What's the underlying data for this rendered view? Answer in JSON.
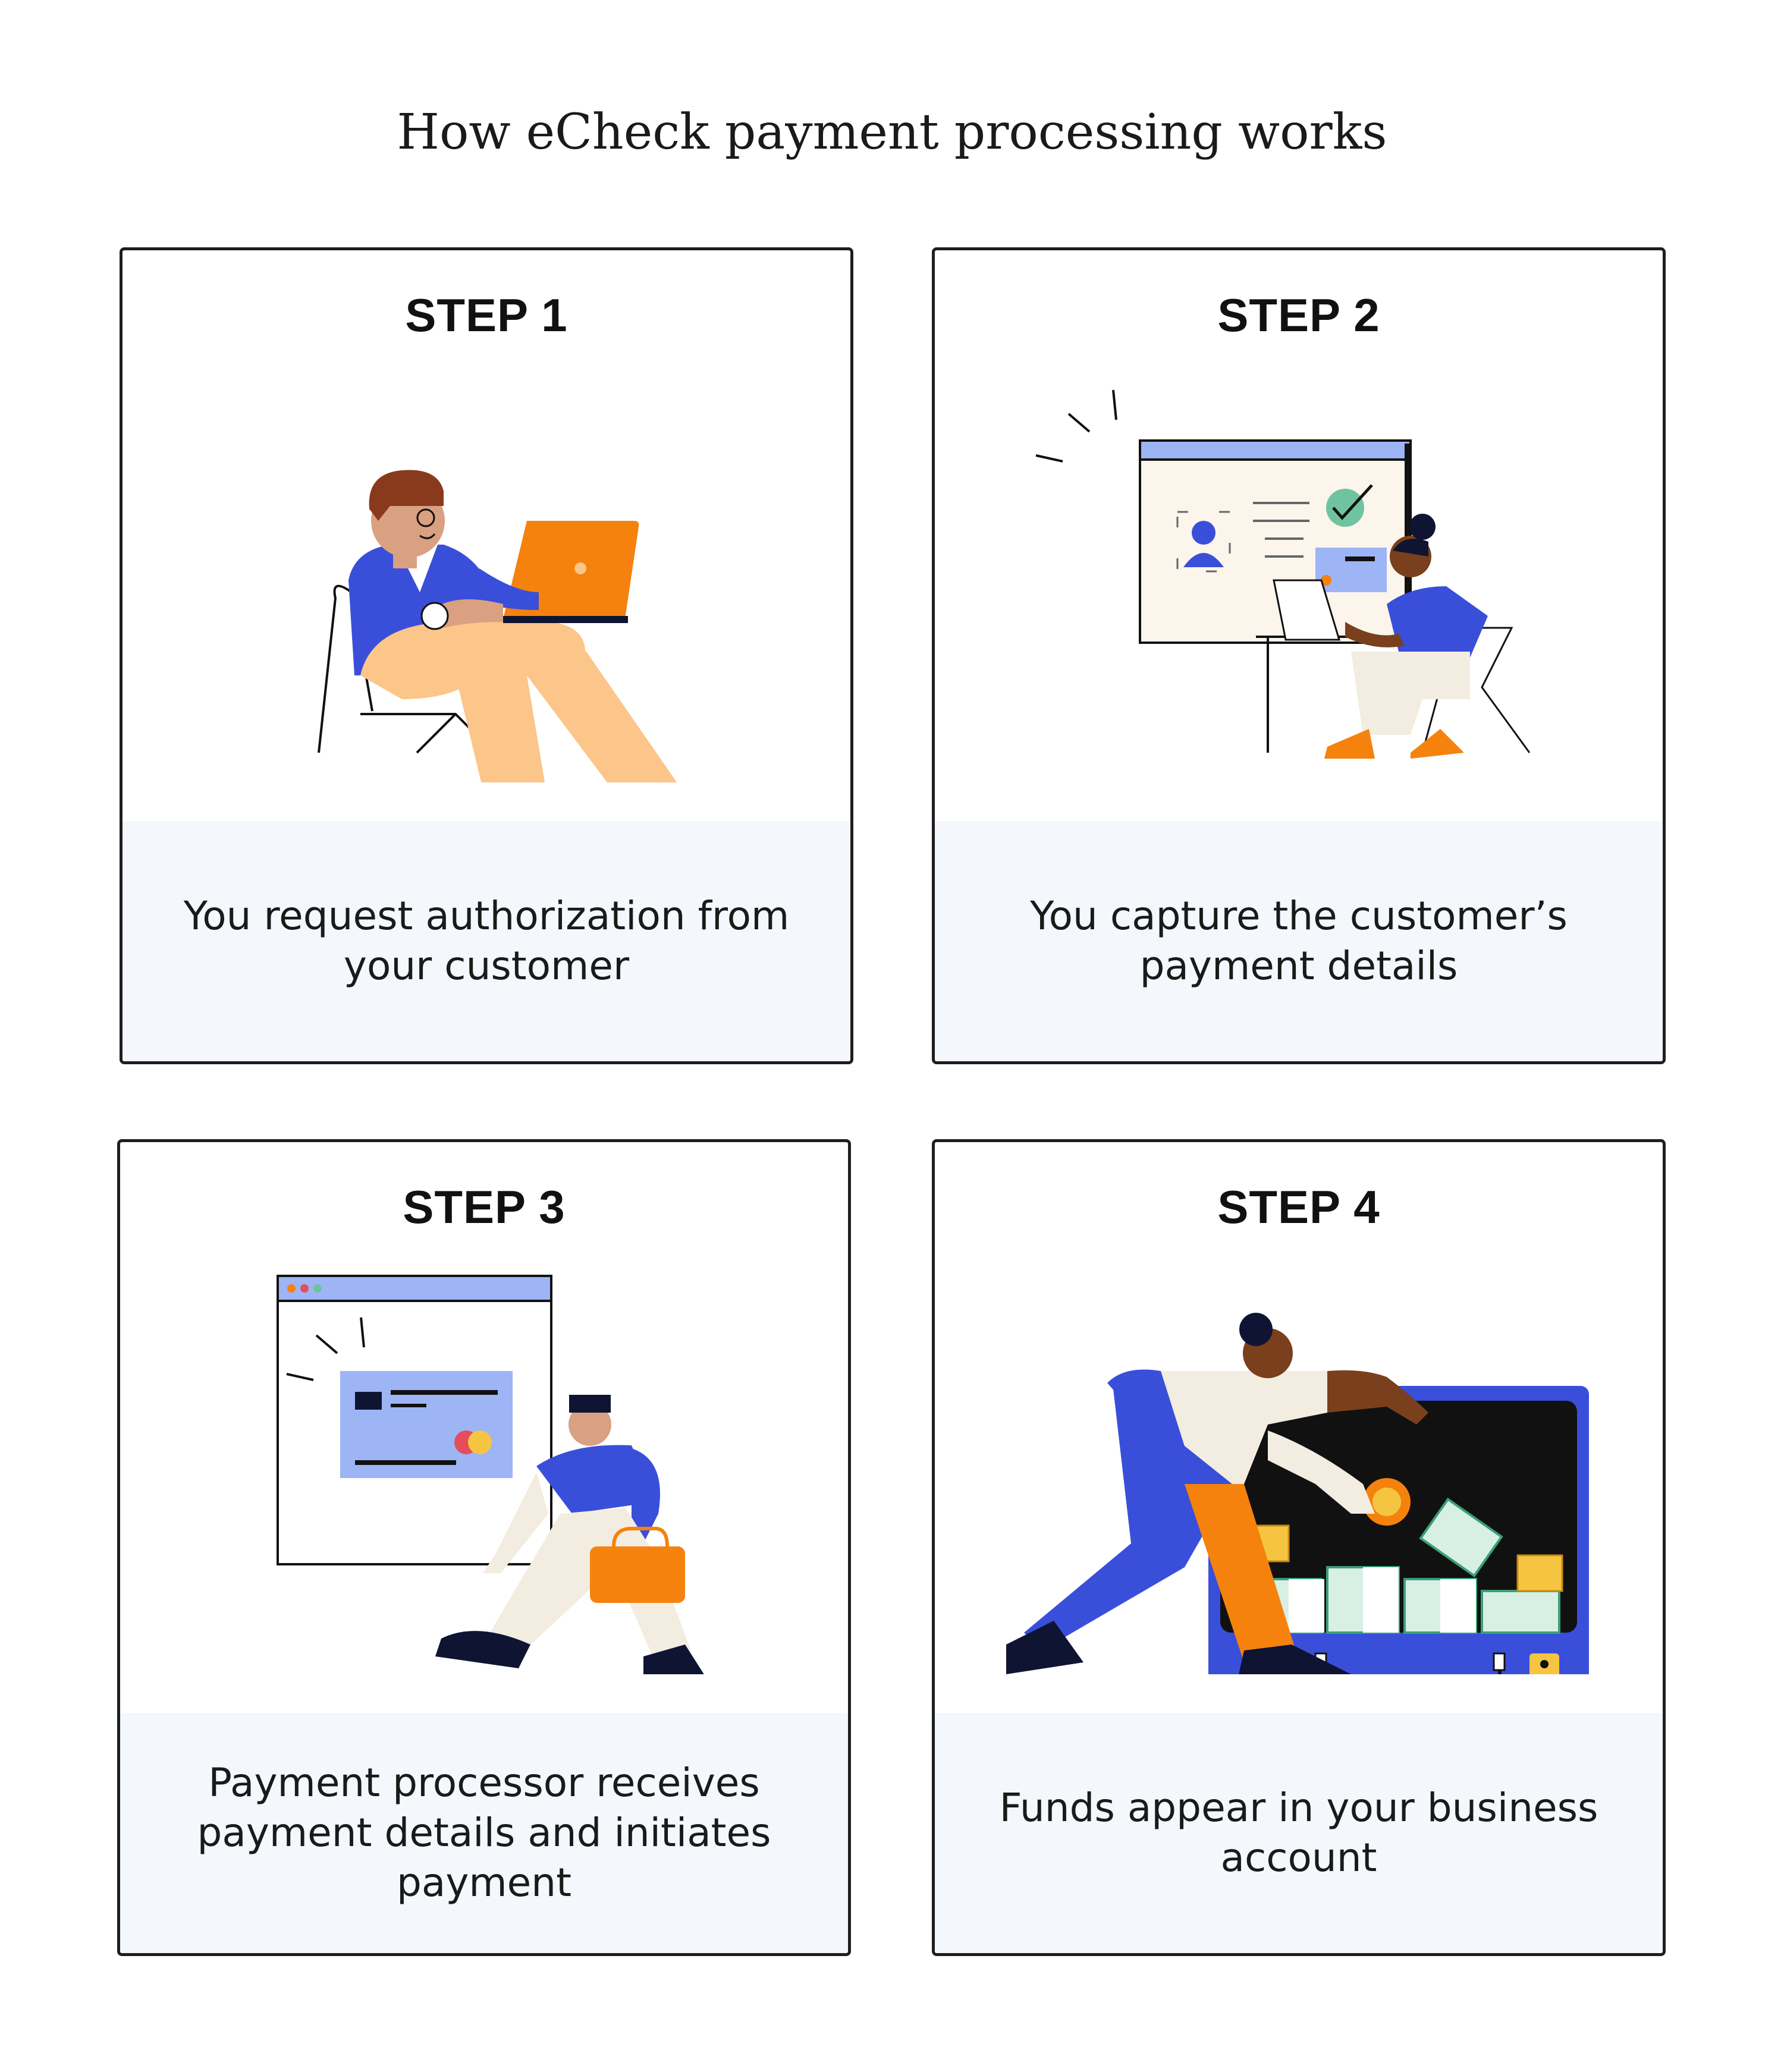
{
  "title": "How eCheck payment processing works",
  "steps": [
    {
      "label": "STEP 1",
      "caption": "You request authorization from your customer",
      "illustration": "person-with-laptop-on-chair"
    },
    {
      "label": "STEP 2",
      "caption": "You capture the customer’s payment details",
      "illustration": "person-at-desk-with-payment-screen"
    },
    {
      "label": "STEP 3",
      "caption": "Payment processor receives payment details and initiates payment",
      "illustration": "person-walking-with-briefcase-card-screen"
    },
    {
      "label": "STEP 4",
      "caption": "Funds appear in your business account",
      "illustration": "person-opening-briefcase-of-money"
    }
  ],
  "colors": {
    "blue": "#3a4fd9",
    "orange": "#f5820d",
    "peach": "#fcc589",
    "navy": "#0f1433",
    "light_blue": "#9db4f5",
    "cream": "#f3ece0",
    "skin_light": "#d9a081",
    "skin_dark": "#7a3f1c",
    "caption_bg": "#f4f7fc"
  }
}
